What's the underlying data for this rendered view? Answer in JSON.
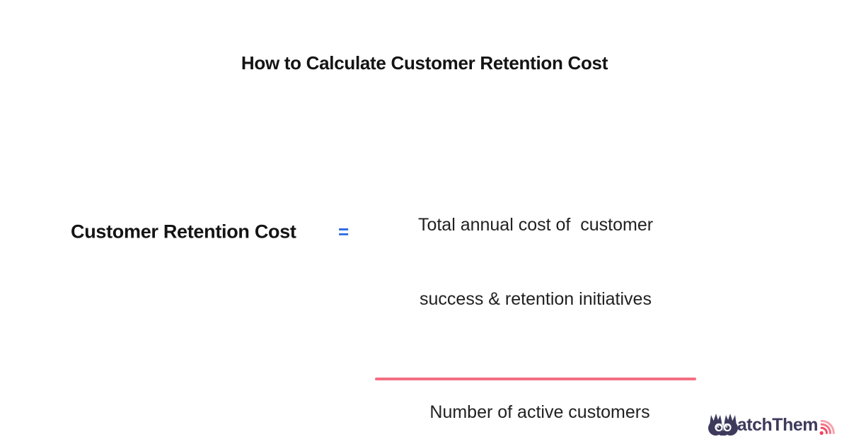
{
  "page": {
    "title": "How to Calculate Customer Retention Cost"
  },
  "formula": {
    "label": "Customer Retention Cost",
    "equals_sign": "=",
    "numerator_line1": "Total annual cost of  customer",
    "numerator_line2": "success & retention initiatives",
    "denominator": "Number of active customers"
  },
  "branding": {
    "wordmark_text": "atchThem",
    "icons": {
      "owl": "owl-w-icon",
      "signal": "broadcast-signal-icon"
    }
  },
  "colors": {
    "background": "#ffffff",
    "title_text": "#141414",
    "body_text": "#212121",
    "equals_blue": "#2a6ae4",
    "fraction_pink": "#f56e82",
    "logo_dark": "#3e3a5c",
    "signal_pink": "#f0455f"
  }
}
